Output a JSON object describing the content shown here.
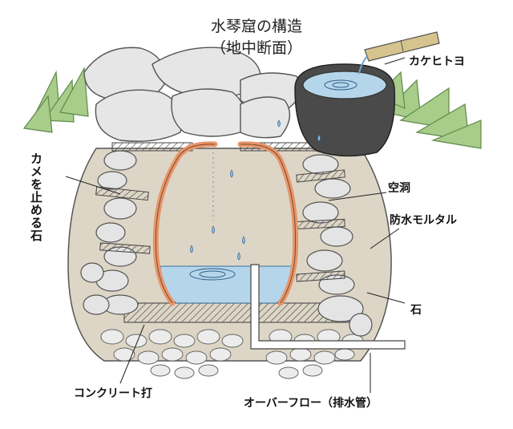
{
  "title": {
    "line1": "水琴窟の構造",
    "line2": "（地中断面）"
  },
  "labels": {
    "kakehitoyo": "カケヒトヨ",
    "kame_stone": "カメを止める石",
    "kudo": "空洞",
    "bosui_mortar": "防水モルタル",
    "ishi": "石",
    "concrete": "コンクリート打",
    "overflow": "オーバーフロー（排水管）"
  },
  "colors": {
    "jar": "#e8956a",
    "water": "#b5d6ea",
    "mortar": "#ddd6c6",
    "stone": "#e4e4e4",
    "basin": "#4a4a4a",
    "grass": "#a8cc8a",
    "bamboo": "#d6c48e"
  }
}
